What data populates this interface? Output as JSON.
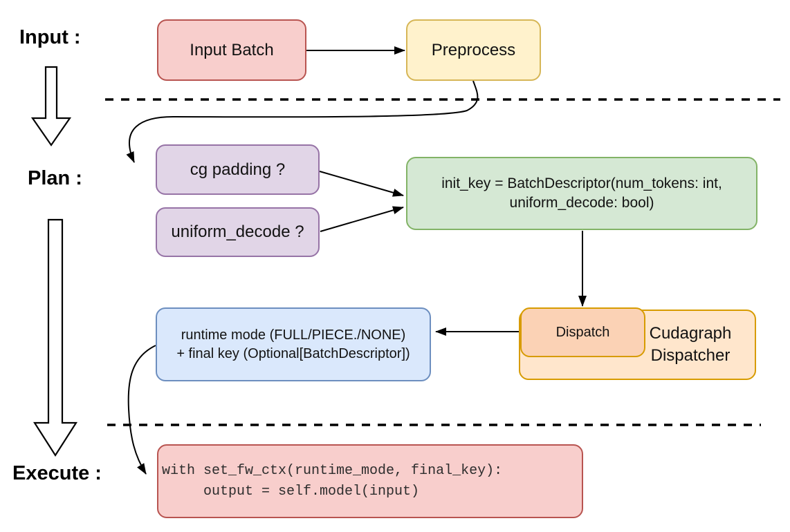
{
  "stage_labels": {
    "input": "Input :",
    "plan": "Plan :",
    "execute": "Execute :"
  },
  "boxes": {
    "input_batch": {
      "label": "Input Batch",
      "fill": "#F8CECC",
      "stroke": "#B85450"
    },
    "preprocess": {
      "label": "Preprocess",
      "fill": "#FFF2CC",
      "stroke": "#D6B656"
    },
    "cg_padding": {
      "label": "cg padding ?",
      "fill": "#E1D5E7",
      "stroke": "#9673A6"
    },
    "uniform_decode": {
      "label": "uniform_decode ?",
      "fill": "#E1D5E7",
      "stroke": "#9673A6"
    },
    "init_key": {
      "line1": "init_key = BatchDescriptor(num_tokens: int,",
      "line2": "uniform_decode: bool)",
      "fill": "#D5E8D4",
      "stroke": "#82B366"
    },
    "dispatch": {
      "label": "Dispatch",
      "fill": "#FBD2B5",
      "stroke": "#D79B00"
    },
    "cudagraph_dispatcher": {
      "line1": "Cudagraph",
      "line2": "Dispatcher",
      "fill": "#FFE6CC",
      "stroke": "#D79B00"
    },
    "runtime_mode": {
      "line1": "runtime mode (FULL/PIECE./NONE)",
      "line2": "+ final key (Optional[BatchDescriptor])",
      "fill": "#DAE8FC",
      "stroke": "#6C8EBF"
    },
    "execute_code": {
      "line1": "with set_fw_ctx(runtime_mode, final_key):",
      "line2": "     output = self.model(input)",
      "fill": "#F8CECC",
      "stroke": "#B85450"
    }
  },
  "connector_color": "#000000"
}
